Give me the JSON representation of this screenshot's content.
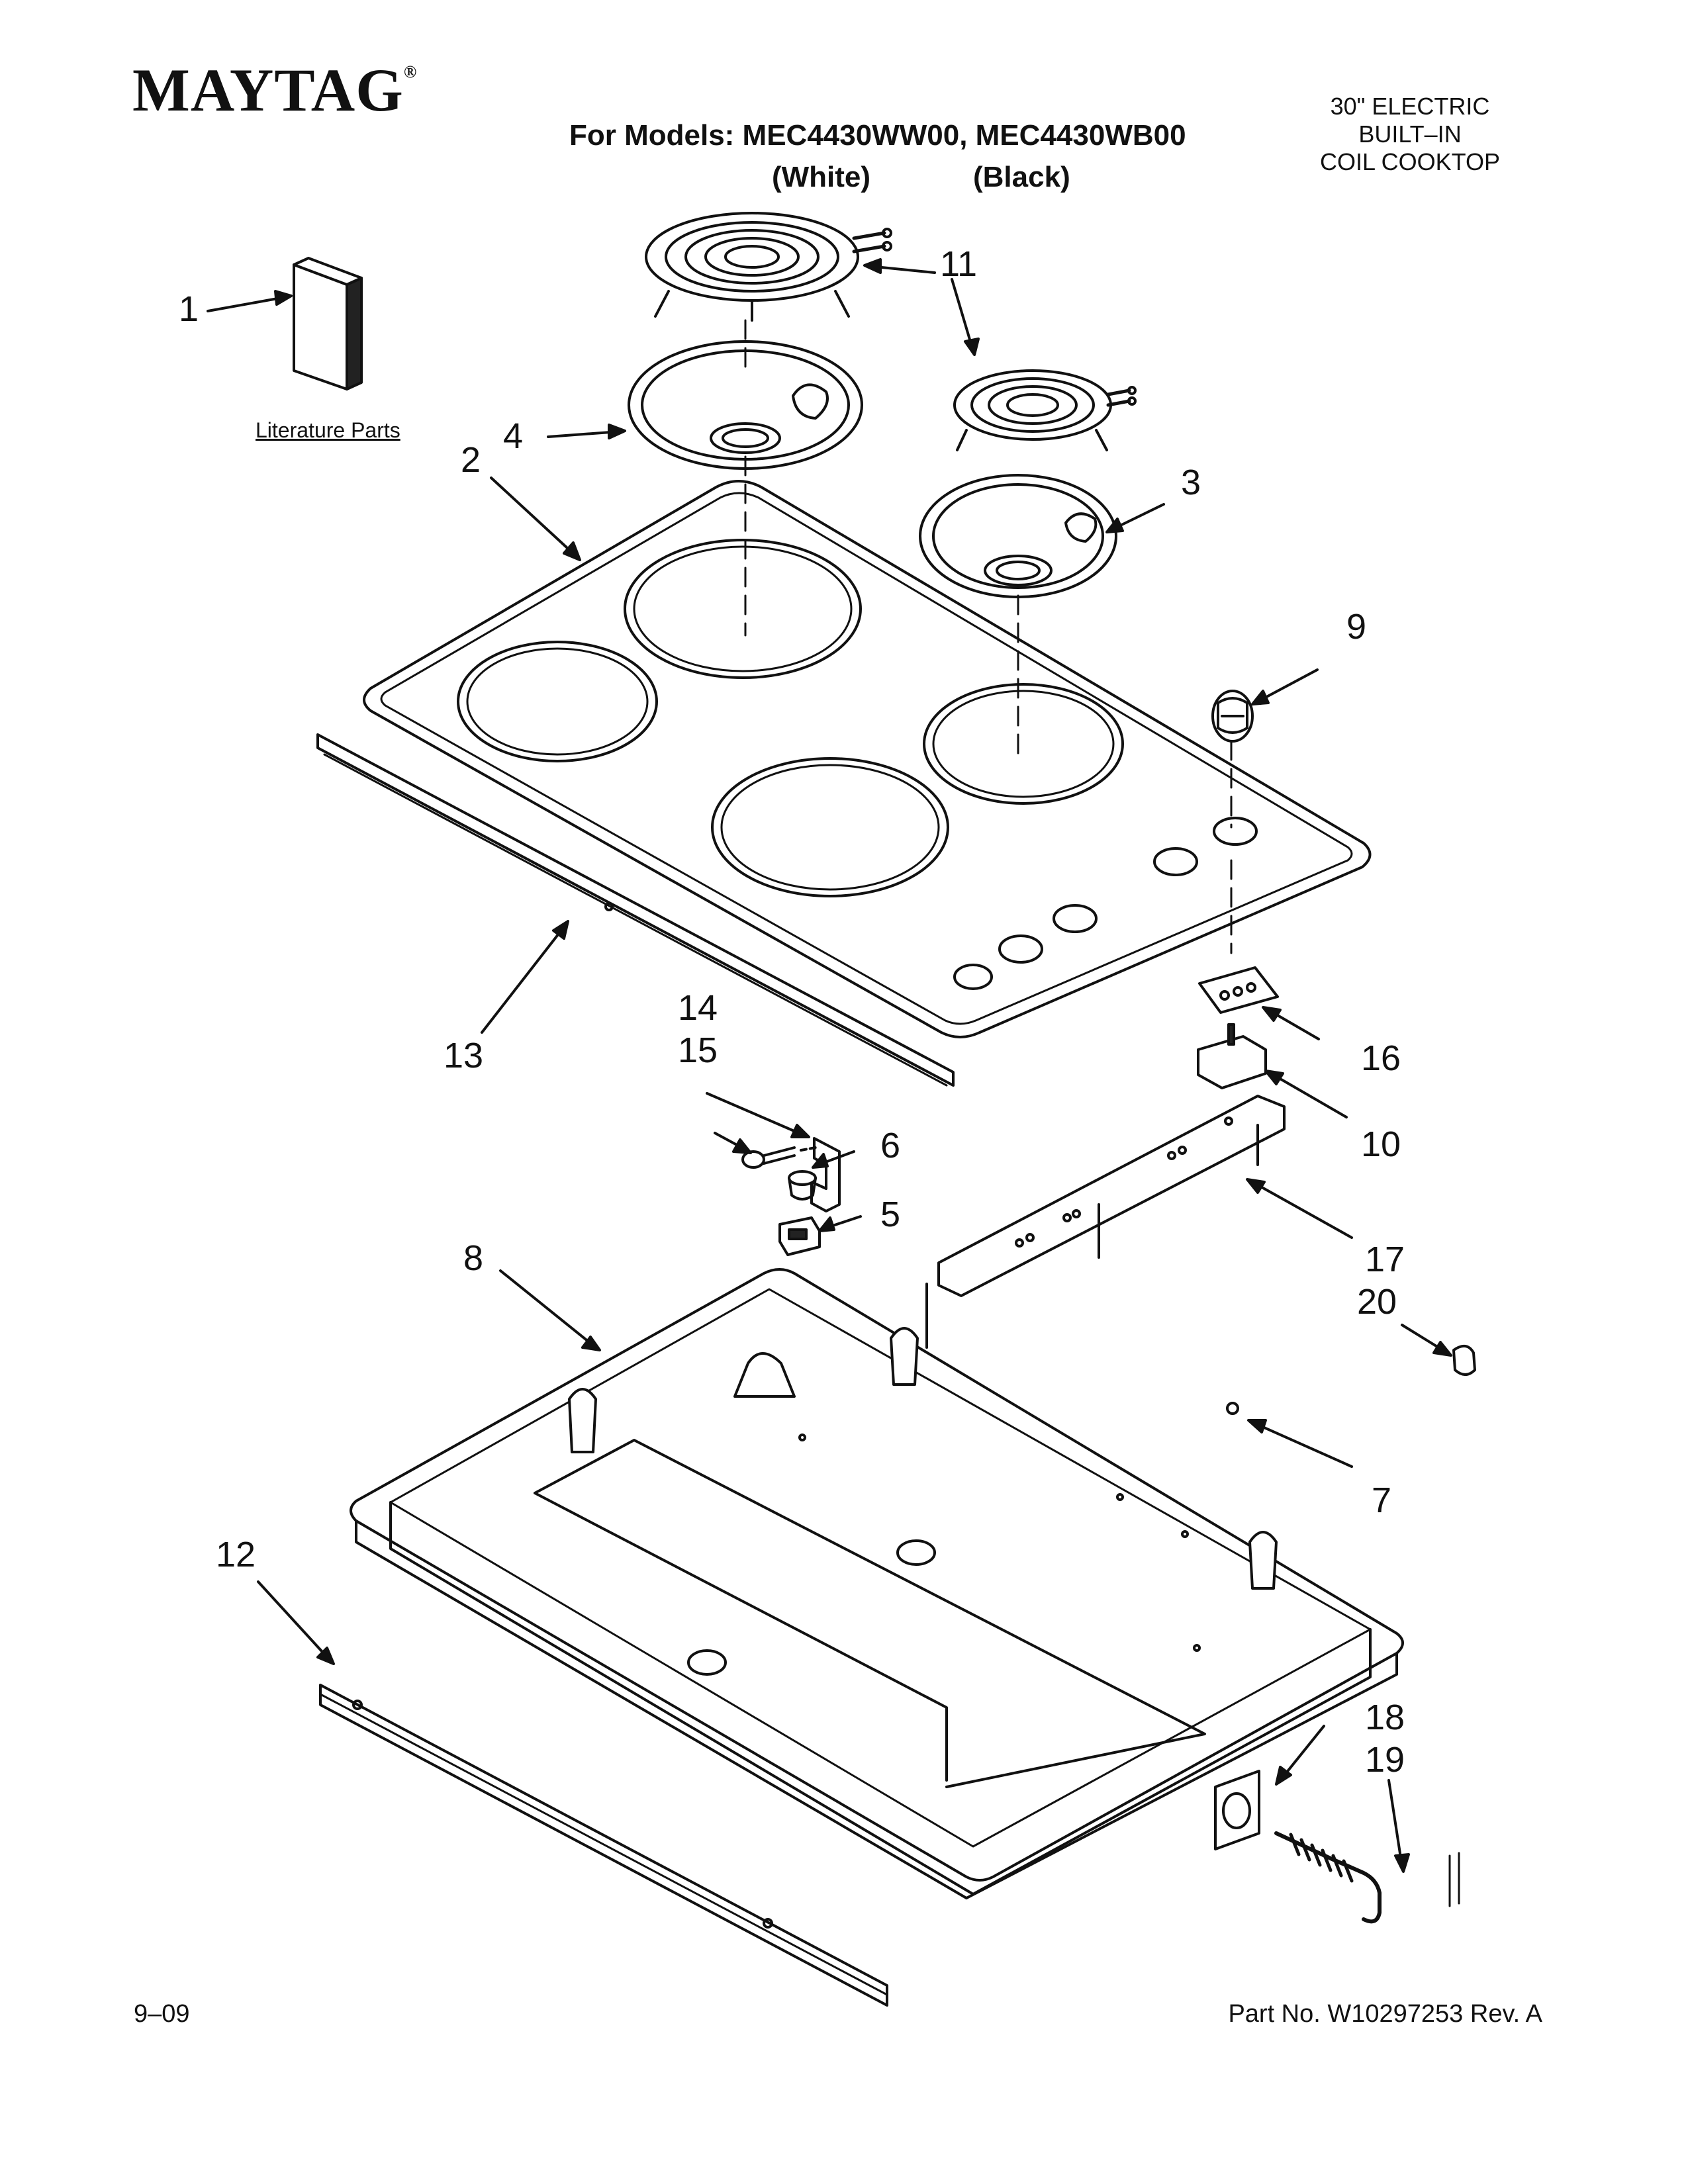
{
  "header": {
    "brand": "MAYTAG",
    "registered_mark": "®",
    "models_title": "For Models: MEC4430WW00, MEC4430WB00",
    "variant_white": "(White)",
    "variant_black": "(Black)",
    "product_desc": [
      "30\" ELECTRIC",
      "BUILT–IN",
      "COIL COOKTOP"
    ]
  },
  "diagram": {
    "literature_label": "Literature Parts",
    "callouts": {
      "c1": "1",
      "c2": "2",
      "c3": "3",
      "c4": "4",
      "c5": "5",
      "c6": "6",
      "c7": "7",
      "c8": "8",
      "c9": "9",
      "c10": "10",
      "c11": "11",
      "c12": "12",
      "c13": "13",
      "c14": "14",
      "c15": "15",
      "c16": "16",
      "c17": "17",
      "c18": "18",
      "c19": "19",
      "c20": "20"
    }
  },
  "footer": {
    "date": "9–09",
    "part_number": "Part No. W10297253 Rev. A"
  }
}
